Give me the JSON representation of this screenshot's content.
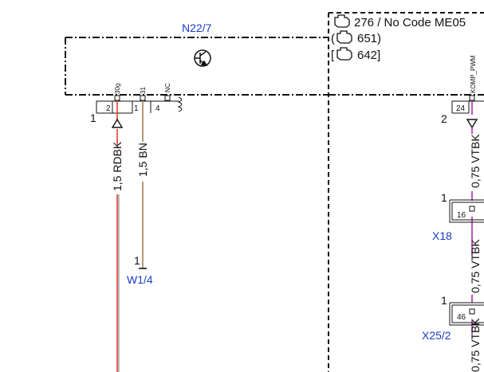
{
  "colors": {
    "label_blue": "#1a3cc8",
    "wire_red": "#d9452b",
    "wire_brown": "#a0825a",
    "wire_violet": "#b02ab0",
    "line_black": "#111111"
  },
  "component": {
    "name": "N22/7",
    "symbol": "transistor-icon"
  },
  "info_box": {
    "lines": [
      "276 / No Code ME05",
      "651)",
      "642]"
    ],
    "prefixes": [
      "",
      "(",
      "["
    ],
    "icon": "engine-icon"
  },
  "pins": {
    "p30g": {
      "label": "30g",
      "number": "2"
    },
    "p31": {
      "label": "31",
      "number": "1"
    },
    "pnc": {
      "label": "NC",
      "number": "4"
    },
    "pkomp": {
      "label": "KOMP_PWM",
      "number": "24"
    }
  },
  "wires": {
    "red": "1,5 RDBK",
    "brown": "1,5 BN",
    "violet": "0,75 VTBK"
  },
  "connectors": {
    "main_left": {
      "number": "1"
    },
    "main_right": {
      "number": "2"
    },
    "w14": {
      "name": "W1/4",
      "pin": "1"
    },
    "x18": {
      "name": "X18",
      "pin": "16",
      "side": "1"
    },
    "x252": {
      "name": "X25/2",
      "pin": "46",
      "side": "1"
    }
  }
}
